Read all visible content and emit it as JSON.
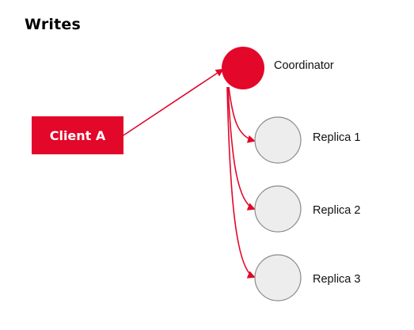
{
  "title": "Writes",
  "client": {
    "label": "Client A"
  },
  "coordinator": {
    "label": "Coordinator"
  },
  "replicas": [
    {
      "label": "Replica 1"
    },
    {
      "label": "Replica 2"
    },
    {
      "label": "Replica 3"
    }
  ],
  "colors": {
    "accent": "#E3072A",
    "replica_fill": "#EDEDED",
    "replica_stroke": "#8A8A8A",
    "client_text": "#FFFFFF"
  }
}
